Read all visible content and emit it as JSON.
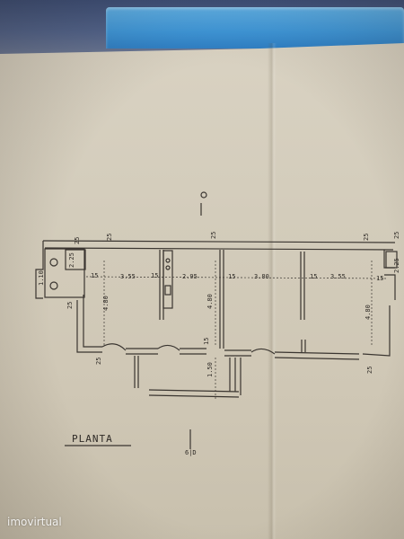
{
  "drawing": {
    "title": "PLANTA",
    "cut_mark": "6|D",
    "dimensions": {
      "d_355_left": "3.55",
      "d_295": "2.95",
      "d_380": "3.80",
      "d_355_right": "3.55",
      "d_480_a": "4.80",
      "d_480_b": "4.80",
      "d_480_c": "4.80",
      "d_150": "1.50",
      "d_25_a": "25",
      "d_25_b": "25",
      "d_25_c": "25",
      "d_25_d": "25",
      "d_25_e": "25",
      "d_25_f": "25",
      "d_25_g": "25",
      "d_25_h": "25",
      "d_15_a": "15",
      "d_15_b": "15",
      "d_15_c": "15",
      "d_15_d": "15",
      "d_15_e": "15",
      "d_15_f": "15",
      "d_225_left": "2.25",
      "d_110": "1.10",
      "d_225_right": "2.25"
    }
  },
  "watermark": "imovirtual"
}
